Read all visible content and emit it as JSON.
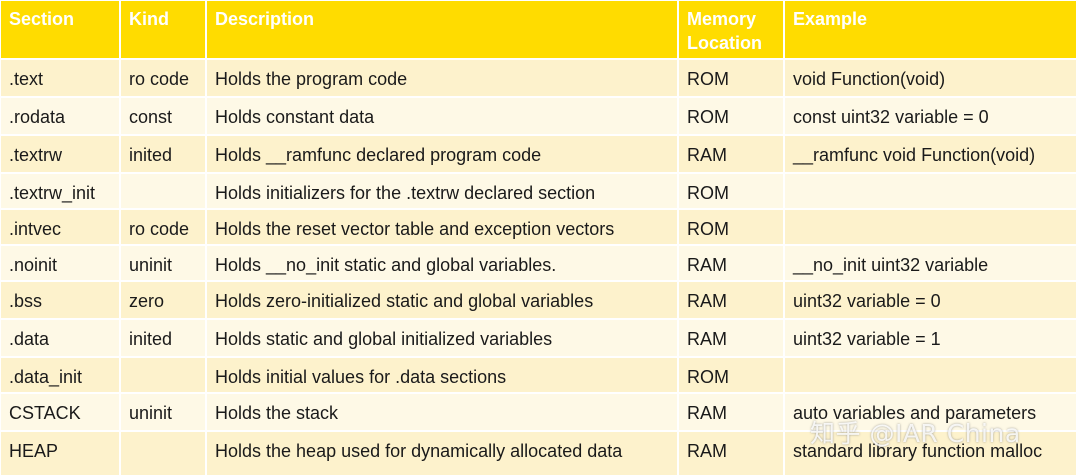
{
  "table": {
    "headers": {
      "section": "Section",
      "kind": "Kind",
      "description": "Description",
      "memory_location": "Memory Location",
      "example": "Example"
    },
    "rows": [
      {
        "section": ".text",
        "kind": "ro code",
        "description": "Holds the program code",
        "memory": "ROM",
        "example": "void Function(void)"
      },
      {
        "section": ".rodata",
        "kind": "const",
        "description": "Holds constant data",
        "memory": "ROM",
        "example": "const uint32 variable = 0"
      },
      {
        "section": ".textrw",
        "kind": "inited",
        "description": "Holds __ramfunc declared program code",
        "memory": "RAM",
        "example": "__ramfunc void Function(void)"
      },
      {
        "section": ".textrw_init",
        "kind": "",
        "description": "Holds initializers for the .textrw declared section",
        "memory": "ROM",
        "example": ""
      },
      {
        "section": ".intvec",
        "kind": "ro code",
        "description": "Holds the reset vector table and exception vectors",
        "memory": "ROM",
        "example": ""
      },
      {
        "section": ".noinit",
        "kind": "uninit",
        "description": "Holds __no_init static and global variables.",
        "memory": "RAM",
        "example": "__no_init uint32 variable"
      },
      {
        "section": ".bss",
        "kind": "zero",
        "description": "Holds zero-initialized static and global variables",
        "memory": "RAM",
        "example": "uint32 variable = 0"
      },
      {
        "section": ".data",
        "kind": "inited",
        "description": "Holds static and global initialized variables",
        "memory": "RAM",
        "example": "uint32 variable = 1"
      },
      {
        "section": ".data_init",
        "kind": "",
        "description": "Holds initial values for .data sections",
        "memory": "ROM",
        "example": ""
      },
      {
        "section": "CSTACK",
        "kind": "uninit",
        "description": "Holds the stack",
        "memory": "RAM",
        "example": "auto variables and parameters"
      },
      {
        "section": "HEAP",
        "kind": "",
        "description": "Holds the heap used for dynamically allocated data",
        "memory": "RAM",
        "example": "standard library function malloc"
      }
    ]
  },
  "watermark": {
    "text": "知乎 @IAR China"
  },
  "colors": {
    "header_bg": "#ffdc00",
    "header_text": "#ffffff",
    "row_odd_bg": "#fdf2cc",
    "row_even_bg": "#fef9e6",
    "cell_text": "#1a1a1a"
  }
}
